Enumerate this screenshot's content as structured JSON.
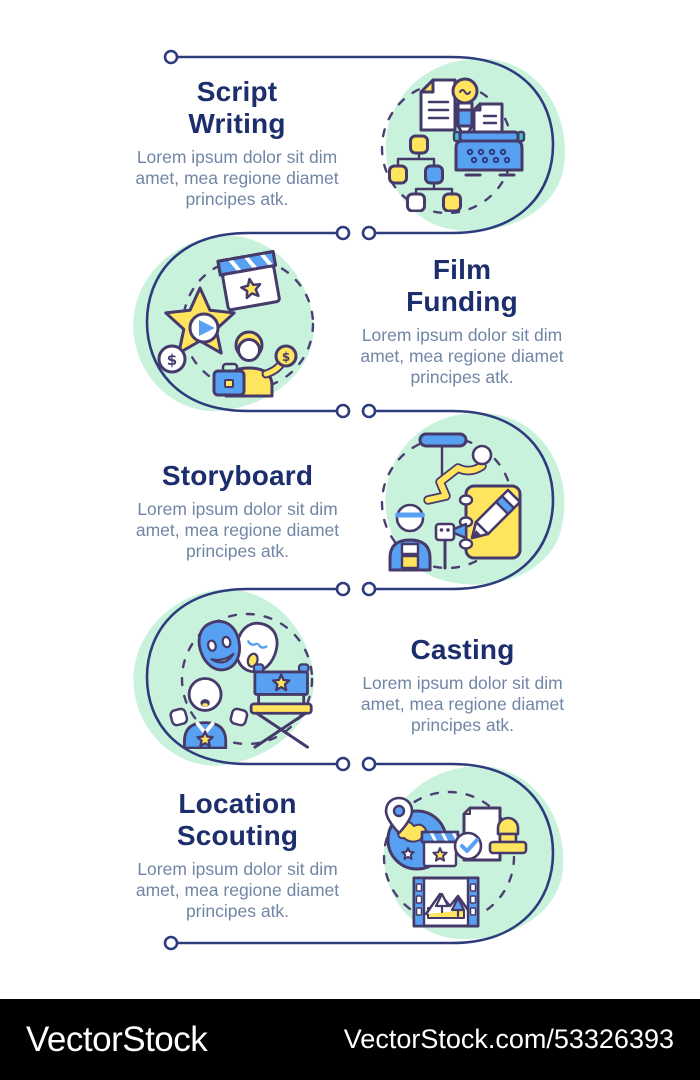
{
  "colors": {
    "background": "#ffffff",
    "mint_blob": "#c9f2dc",
    "connector_navy": "#2e3c7d",
    "dashed_ring": "#4b3e73",
    "title_navy": "#1c2e6b",
    "body_slate": "#7186a6",
    "icon_outline": "#463a6b",
    "icon_blue": "#58a0f1",
    "icon_yellow": "#ffe45e",
    "icon_teal": "#3ec6c9",
    "footer_bg": "#000000",
    "footer_text": "#ffffff"
  },
  "sections": [
    {
      "id": "script-writing",
      "title": "Script Writing",
      "title_lines": [
        "Script",
        "Writing"
      ],
      "body_lines": [
        "Lorem ipsum dolor sit dim",
        "amet, mea regione diamet",
        "principes atk."
      ],
      "icons": [
        "script-document-icon",
        "idea-pencil-icon",
        "flowchart-icon",
        "typewriter-icon"
      ],
      "layout": "text-left-icons-right"
    },
    {
      "id": "film-funding",
      "title": "Film Funding",
      "title_lines": [
        "Film",
        "Funding"
      ],
      "body_lines": [
        "Lorem ipsum dolor sit dim",
        "amet, mea regione diamet",
        "principes atk."
      ],
      "icons": [
        "clapperboard-icon",
        "star-play-icon",
        "dollar-coin-icon",
        "investor-icon",
        "briefcase-icon"
      ],
      "layout": "icons-left-text-right"
    },
    {
      "id": "storyboard",
      "title": "Storyboard",
      "title_lines": [
        "Storyboard"
      ],
      "body_lines": [
        "Lorem ipsum dolor sit dim",
        "amet, mea regione diamet",
        "principes atk."
      ],
      "icons": [
        "stunt-rig-icon",
        "camera-operator-icon",
        "notebook-pencil-icon"
      ],
      "layout": "text-left-icons-right"
    },
    {
      "id": "casting",
      "title": "Casting",
      "title_lines": [
        "Casting"
      ],
      "body_lines": [
        "Lorem ipsum dolor sit dim",
        "amet, mea regione diamet",
        "principes atk."
      ],
      "icons": [
        "theater-masks-icon",
        "actor-icon",
        "directors-chair-icon"
      ],
      "layout": "icons-left-text-right"
    },
    {
      "id": "location-scouting",
      "title": "Location Scouting",
      "title_lines": [
        "Location",
        "Scouting"
      ],
      "body_lines": [
        "Lorem ipsum dolor sit dim",
        "amet, mea regione diamet",
        "principes atk."
      ],
      "icons": [
        "map-pin-globe-icon",
        "clapperboard-small-icon",
        "approved-document-icon",
        "stamp-icon",
        "film-frame-icon"
      ],
      "layout": "text-left-icons-right"
    }
  ],
  "footer": {
    "logo_text": "VectorStock",
    "url_text": "VectorStock.com/53326393"
  }
}
